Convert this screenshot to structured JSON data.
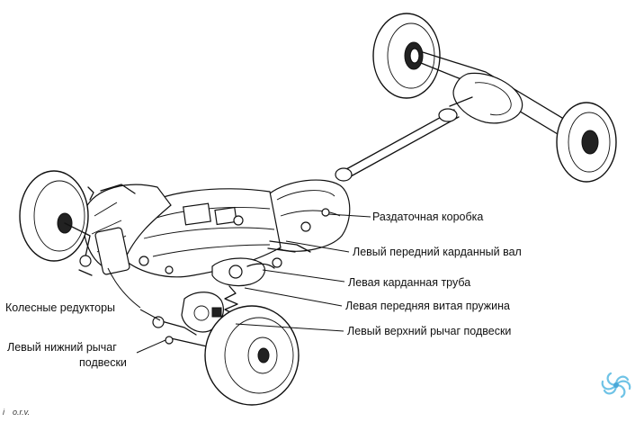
{
  "labels": {
    "transfer_case": "Раздаточная коробка",
    "left_front_driveshaft": "Левый передний карданный вал",
    "left_driveshaft_tube": "Левая карданная труба",
    "left_front_coil_spring": "Левая передняя витая пружина",
    "left_upper_control_arm": "Левый верхний рычаг подвески",
    "wheel_reducers": "Колесные редукторы",
    "left_lower_control_arm_line1": "Левый нижний рычаг",
    "left_lower_control_arm_line2": "подвески"
  },
  "credit": "o.r.v.",
  "credit_prefix": "i"
}
